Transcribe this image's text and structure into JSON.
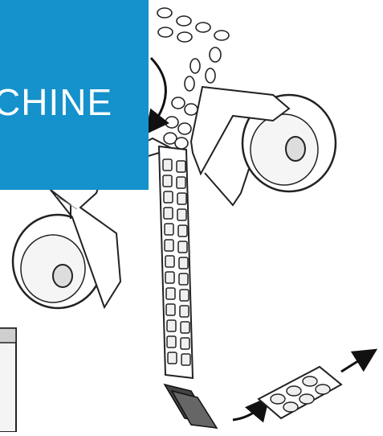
{
  "banner": {
    "title": "CHINE",
    "background_color": "#1591CB",
    "text_color": "#ffffff"
  },
  "illustration": {
    "subject": "blister-packaging-machine",
    "blister_film_color": "#ffffff",
    "outline_color": "#222222",
    "finished_pack_count": 1,
    "pill_slots_per_pack": 6
  }
}
